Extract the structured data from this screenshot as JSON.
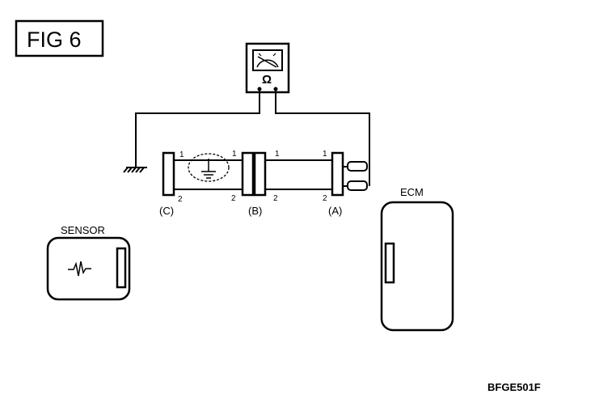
{
  "figure": {
    "label": "FIG  6"
  },
  "meter": {
    "symbol": "Ω",
    "icon": "ohmmeter-icon"
  },
  "connectors": {
    "a": {
      "label": "(A)",
      "pin1": "1",
      "pin2": "2"
    },
    "b": {
      "label": "(B)",
      "pin1_left": "1",
      "pin1_right": "1",
      "pin2_left": "2",
      "pin2_right": "2"
    },
    "c": {
      "label": "(C)",
      "pin1": "1",
      "pin2": "2"
    }
  },
  "sensor": {
    "title": "SENSOR"
  },
  "ecm": {
    "title": "ECM"
  },
  "drawing_code": "BFGE501F"
}
